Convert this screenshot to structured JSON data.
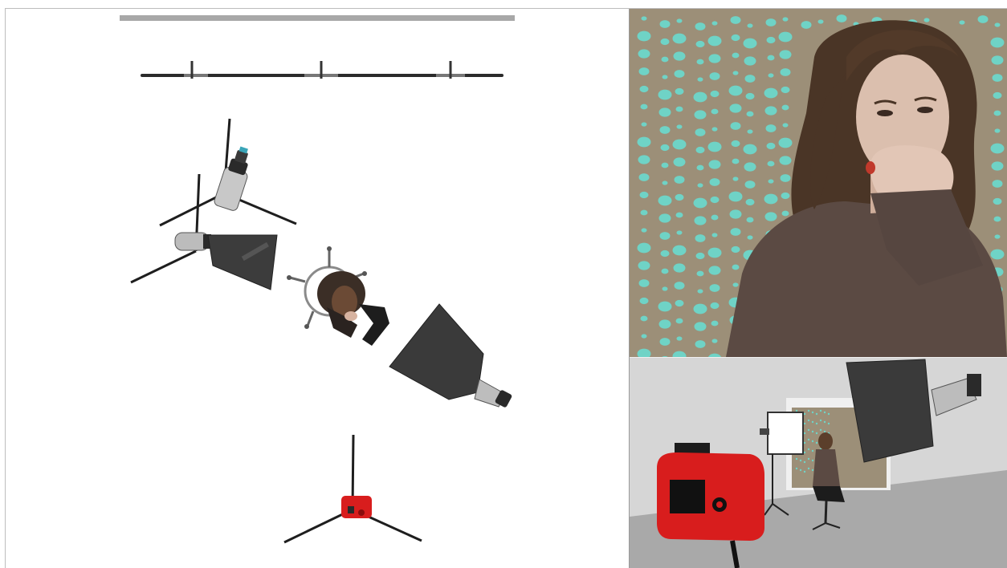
{
  "scene": {
    "panels": [
      "top-view",
      "camera-view",
      "perspective-view"
    ],
    "colors": {
      "backdrop_green": "#6fd3c6",
      "backdrop_tan": "#9c8f78",
      "camera_red": "#d81d1d",
      "softbox_dark": "#3a3a3a",
      "stand_black": "#1e1e1e",
      "backdrop_bar": "#a8a8a8",
      "floor_gray": "#a9a9a9"
    }
  }
}
